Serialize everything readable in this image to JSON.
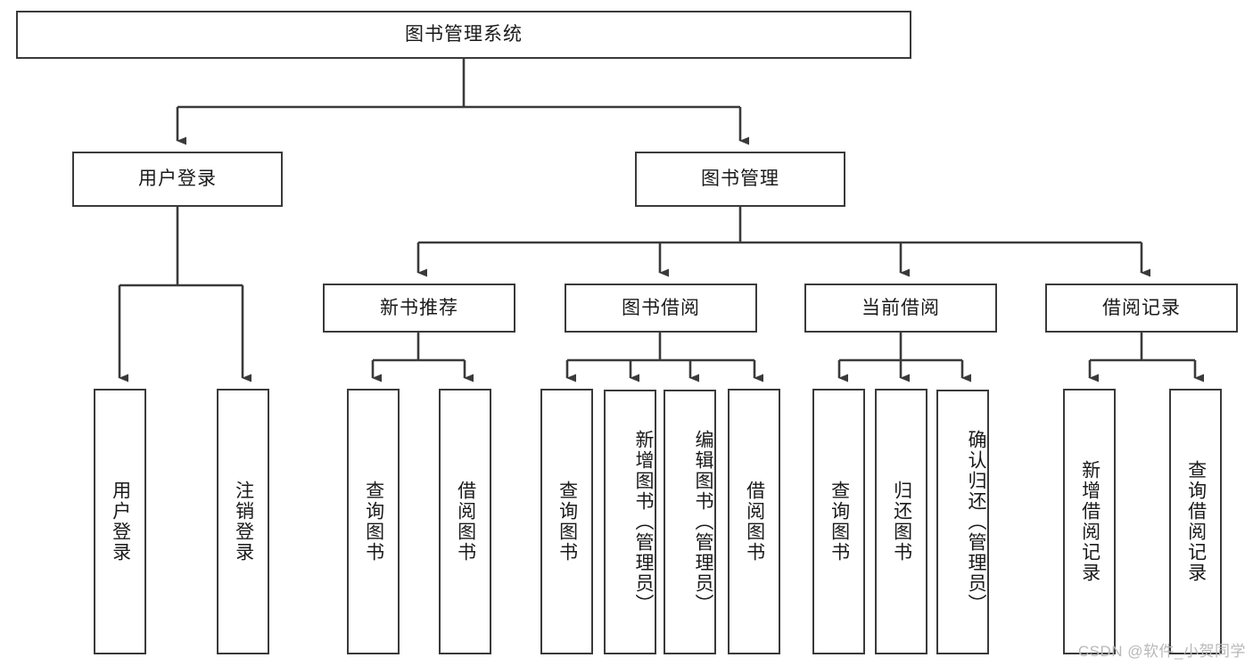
{
  "diagram": {
    "title": "图书管理系统",
    "type": "hierarchy-tree",
    "colors": {
      "box_border": "#3a3a3a",
      "box_fill": "#ffffff",
      "connector": "#3a3a3a",
      "text": "#1a1a1a",
      "watermark": "#b8b8b8"
    },
    "root": {
      "label": "图书管理系统"
    },
    "level2": [
      {
        "label": "用户登录"
      },
      {
        "label": "图书管理"
      }
    ],
    "level3": [
      {
        "label": "新书推荐"
      },
      {
        "label": "图书借阅"
      },
      {
        "label": "当前借阅"
      },
      {
        "label": "借阅记录"
      }
    ],
    "leaves": {
      "user_login": [
        {
          "label": "用户登录"
        },
        {
          "label": "注销登录"
        }
      ],
      "new_book_recommend": [
        {
          "label": "查询图书"
        },
        {
          "label": "借阅图书"
        }
      ],
      "book_borrow": [
        {
          "label": "查询图书"
        },
        {
          "label": "新增图书（管理员）"
        },
        {
          "label": "编辑图书（管理员）"
        },
        {
          "label": "借阅图书"
        }
      ],
      "current_borrow": [
        {
          "label": "查询图书"
        },
        {
          "label": "归还图书"
        },
        {
          "label": "确认归还（管理员）"
        }
      ],
      "borrow_record": [
        {
          "label": "新增借阅记录"
        },
        {
          "label": "查询借阅记录"
        }
      ]
    },
    "watermark": "CSDN @软件_小贺同学"
  }
}
